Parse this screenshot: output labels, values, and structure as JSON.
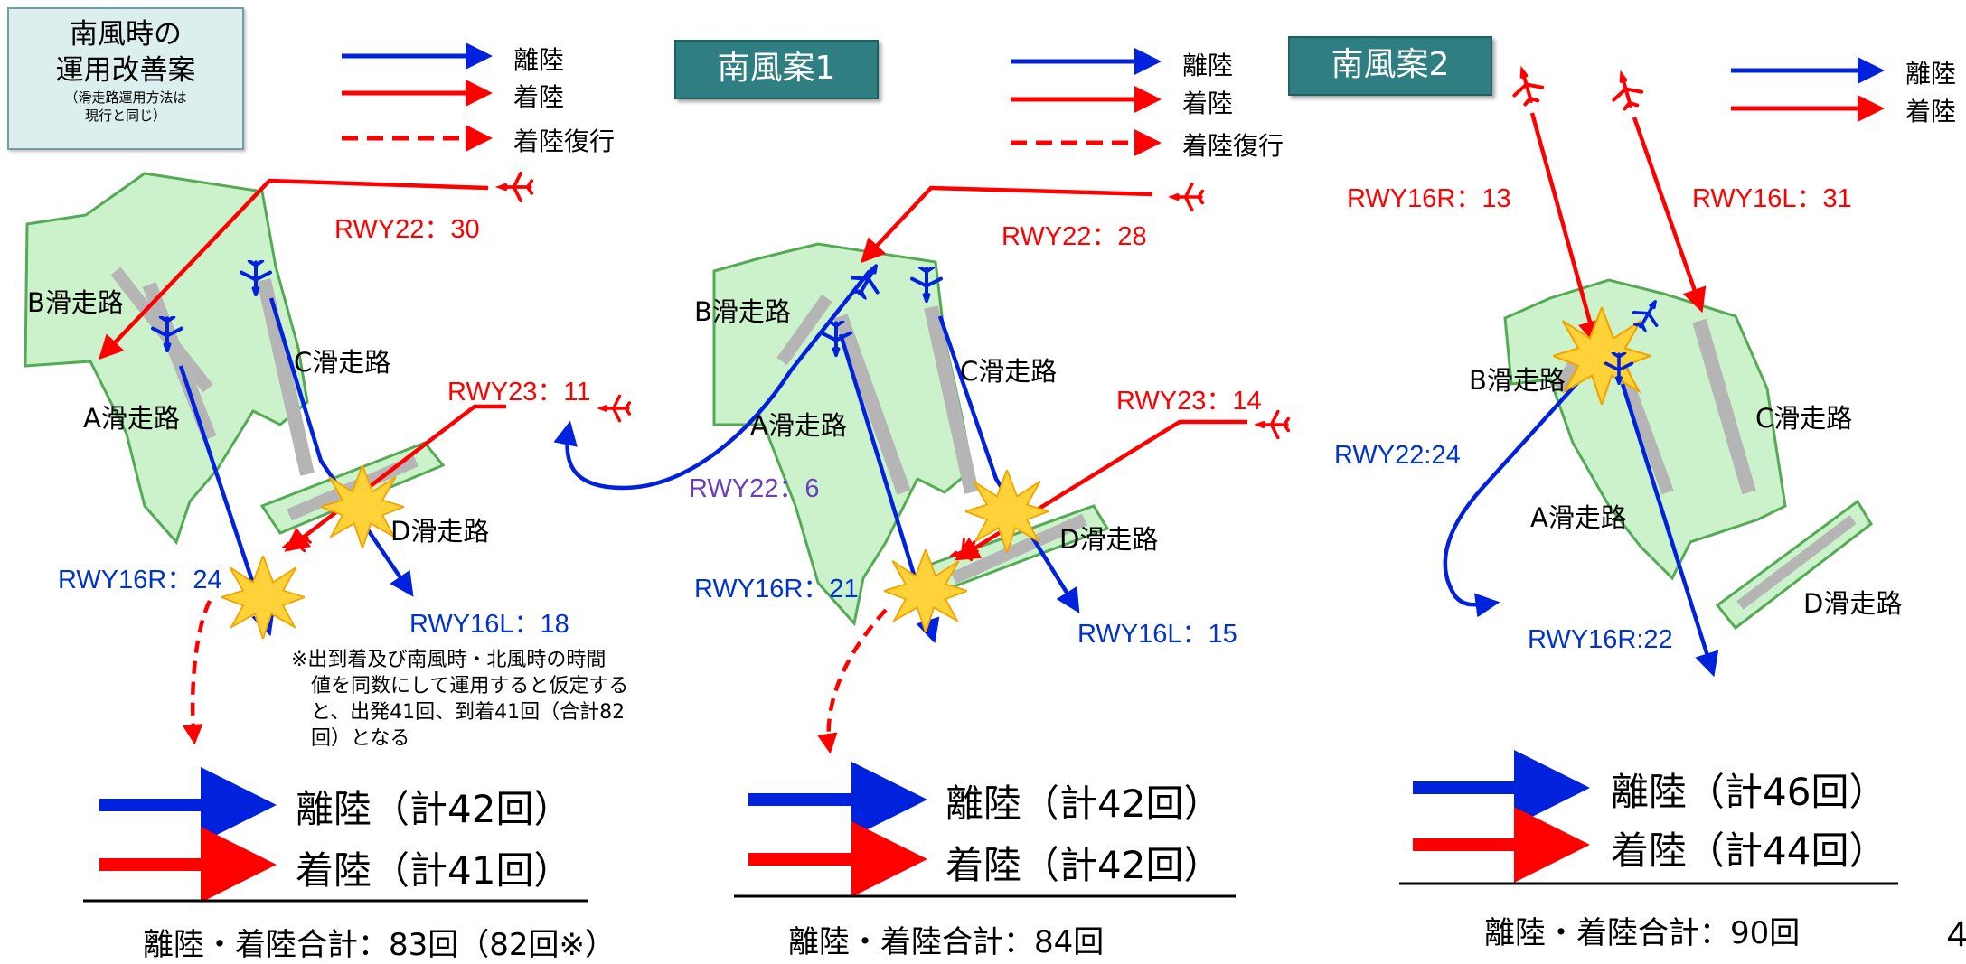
{
  "info_box": {
    "line1": "南風時の",
    "line2": "運用改善案",
    "line3": "（滑走路運用方法は",
    "line4": "現行と同じ）"
  },
  "legend": {
    "departure": "離陸",
    "arrival": "着陸",
    "go_around": "着陸復行"
  },
  "panels": [
    {
      "title": "",
      "arrivals": [
        "RWY22：30",
        "RWY23：11"
      ],
      "departures": [
        "RWY16R：24",
        "RWY16L：18"
      ],
      "other": [],
      "runways": {
        "a": "A滑走路",
        "b": "B滑走路",
        "c": "C滑走路",
        "d": "D滑走路"
      },
      "note": [
        "※出到着及び南風時・北風時の時間",
        "値を同数にして運用すると仮定する",
        "と、出発41回、到着41回（合計82",
        "回）となる"
      ],
      "departure_total": "離陸（計42回）",
      "arrival_total": "着陸（計41回）",
      "summary": "離陸・着陸合計：83回（82回※）"
    },
    {
      "title": "南風案1",
      "arrivals": [
        "RWY22：28",
        "RWY23：14"
      ],
      "departures": [
        "RWY16R：21",
        "RWY16L：15"
      ],
      "other": [
        "RWY22：6"
      ],
      "runways": {
        "a": "A滑走路",
        "b": "B滑走路",
        "c": "C滑走路",
        "d": "D滑走路"
      },
      "departure_total": "離陸（計42回）",
      "arrival_total": "着陸（計42回）",
      "summary": "離陸・着陸合計：84回"
    },
    {
      "title": "南風案2",
      "arrivals": [
        "RWY16R：13",
        "RWY16L：31"
      ],
      "departures": [
        "RWY22:24",
        "RWY16R:22"
      ],
      "other": [],
      "runways": {
        "a": "A滑走路",
        "b": "B滑走路",
        "c": "C滑走路",
        "d": "D滑走路"
      },
      "departure_total": "離陸（計46回）",
      "arrival_total": "着陸（計44回）",
      "summary": "離陸・着陸合計：90回"
    }
  ],
  "page_number": "4",
  "colors": {
    "departure": "#0022dd",
    "arrival": "#ff0000",
    "go_around": "#ff0000",
    "land": "#ccf2cc",
    "runway": "#b5b5b5",
    "conflict": "#ffd23a",
    "title": "#2f7f82",
    "purple": "#6a3fbf"
  }
}
